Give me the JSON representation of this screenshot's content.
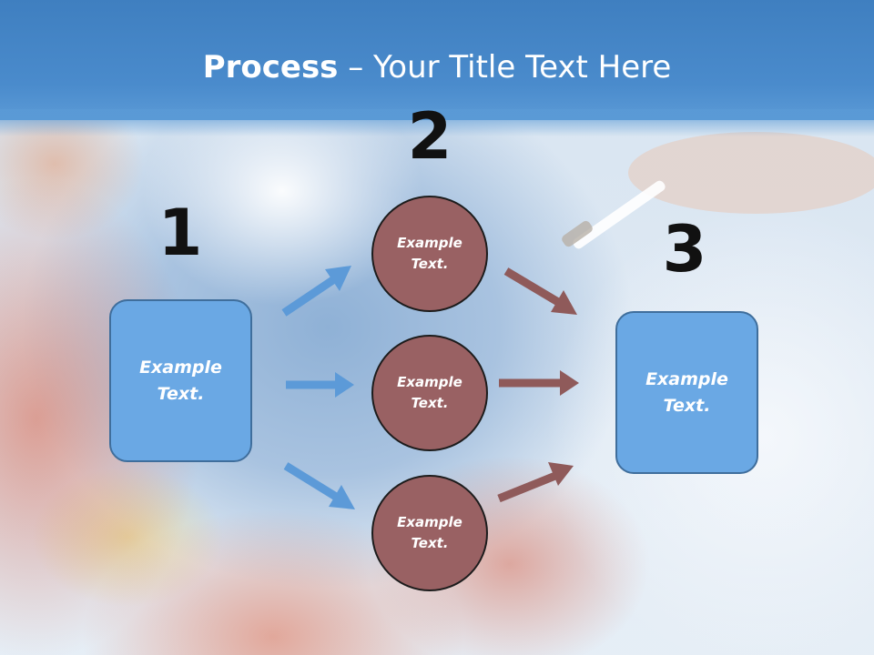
{
  "slide": {
    "title_bold": "Process",
    "title_rest": " – Your Title Text Here"
  },
  "steps": {
    "step1_number": "1",
    "step2_number": "2",
    "step3_number": "3"
  },
  "left_box": {
    "line1": "Example",
    "line2": "Text."
  },
  "circles": [
    {
      "line1": "Example",
      "line2": "Text."
    },
    {
      "line1": "Example",
      "line2": "Text."
    },
    {
      "line1": "Example",
      "line2": "Text."
    }
  ],
  "right_box": {
    "line1": "Example",
    "line2": "Text."
  },
  "colors": {
    "header": "#4a8bcc",
    "box_fill": "#6aa8e4",
    "circle_fill": "#996163",
    "blue_arrow": "#5c9ad8",
    "brown_arrow": "#8f5a5a"
  }
}
